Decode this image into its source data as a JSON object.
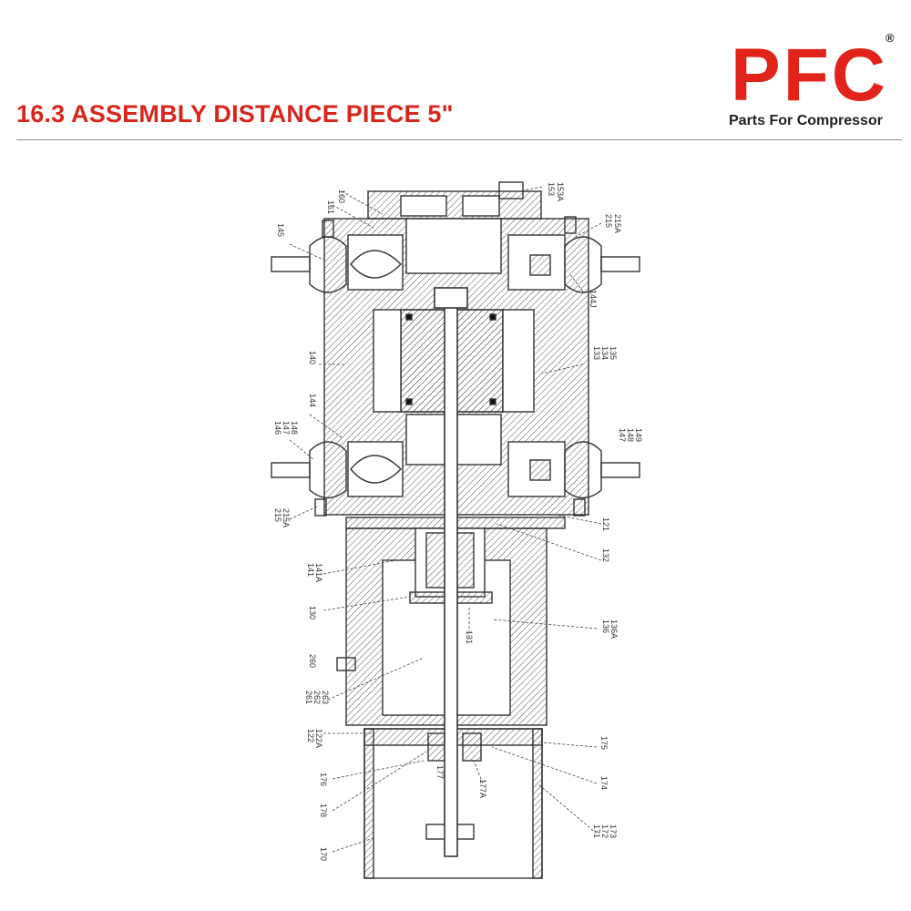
{
  "header": {
    "title": "16.3 ASSEMBLY DISTANCE PIECE 5\"",
    "title_color": "#d7261e"
  },
  "logo": {
    "mark": "PFC",
    "registered": "®",
    "tagline": "Parts For Compressor",
    "color": "#e2231a"
  },
  "diagram": {
    "callouts": [
      "160",
      "161",
      "153",
      "153A",
      "145",
      "215",
      "215A",
      "144J",
      "140",
      "133",
      "134",
      "135",
      "144",
      "146",
      "147",
      "148",
      "147",
      "148",
      "149",
      "215",
      "215A",
      "121",
      "132",
      "141",
      "141A",
      "130",
      "131",
      "136",
      "136A",
      "260",
      "261",
      "262",
      "263",
      "122",
      "122A",
      "175",
      "176",
      "177",
      "177A",
      "174",
      "178",
      "171",
      "172",
      "173",
      "170"
    ]
  }
}
